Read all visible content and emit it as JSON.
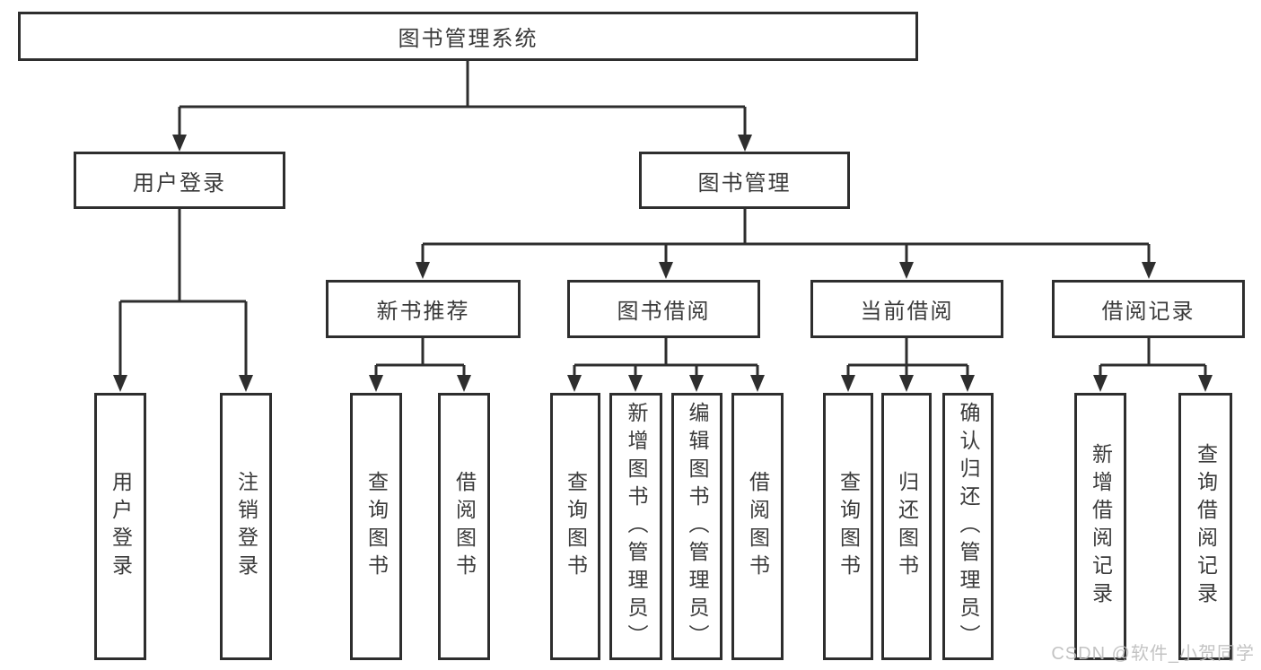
{
  "diagram": {
    "root": "图书管理系统",
    "branches": [
      {
        "label": "用户登录",
        "leaves": [
          "用户登录",
          "注销登录"
        ]
      },
      {
        "label": "图书管理",
        "children": [
          {
            "label": "新书推荐",
            "leaves": [
              "查询图书",
              "借阅图书"
            ]
          },
          {
            "label": "图书借阅",
            "leaves": [
              "查询图书",
              "新增图书（管理员）",
              "编辑图书（管理员）",
              "借阅图书"
            ]
          },
          {
            "label": "当前借阅",
            "leaves": [
              "查询图书",
              "归还图书",
              "确认归还（管理员）"
            ]
          },
          {
            "label": "借阅记录",
            "leaves": [
              "新增借阅记录",
              "查询借阅记录"
            ]
          }
        ]
      }
    ]
  },
  "watermark": "CSDN @软件_小贺同学",
  "colors": {
    "line": "#2e2e2e",
    "text": "#3a3a3a",
    "watermark": "#bdbdbd",
    "background": "#ffffff",
    "box_fill": "#ffffff"
  }
}
